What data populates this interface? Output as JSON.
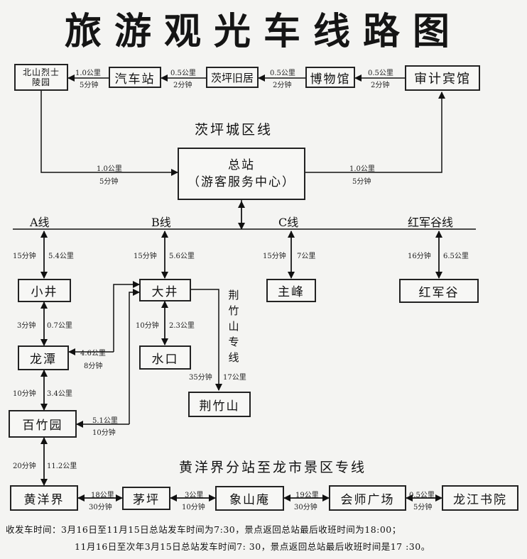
{
  "title": "旅游观光车线路图",
  "sections": {
    "city": "茨坪城区线",
    "huangyang": "黄洋界分站至龙市景区专线"
  },
  "lines": {
    "a": "A线",
    "b": "B线",
    "c": "C线",
    "hongjun": "红军谷线",
    "jingzhu": "荆竹山专线"
  },
  "stations": {
    "beishan": "北山烈士陵园",
    "qichezhan": "汽车站",
    "ciping_jiuju": "茨坪旧居",
    "bowuguan": "博物馆",
    "shenji": "审计宾馆",
    "zongzhan_1": "总站",
    "zongzhan_2": "（游客服务中心）",
    "xiaojing": "小井",
    "dajing": "大井",
    "zhufeng": "主峰",
    "hongjungu": "红军谷",
    "longtan": "龙潭",
    "shuikou": "水口",
    "jingzhushan": "荆竹山",
    "baizhuyuan": "百竹园",
    "huangyangjie": "黄洋界",
    "maoping": "茅坪",
    "xiangshanan": "象山庵",
    "huishi": "会师广场",
    "longjiang": "龙江书院"
  },
  "distances": {
    "qc_bs_d": "1.0公里",
    "qc_bs_t": "5分钟",
    "cp_qc_d": "0.5公里",
    "cp_qc_t": "2分钟",
    "bw_cp_d": "0.5公里",
    "bw_cp_t": "2分钟",
    "sj_bw_d": "0.5公里",
    "sj_bw_t": "2分钟",
    "bs_zz_d": "1.0公里",
    "bs_zz_t": "5分钟",
    "zz_sj_d": "1.0公里",
    "zz_sj_t": "5分钟",
    "a_t": "15分钟",
    "a_d": "5.4公里",
    "b_t": "15分钟",
    "b_d": "5.6公里",
    "c_t": "15分钟",
    "c_d": "7公里",
    "h_t": "16分钟",
    "h_d": "6.5公里",
    "xj_lt_t": "3分钟",
    "xj_lt_d": "0.7公里",
    "dj_sk_t": "10分钟",
    "dj_sk_d": "2.3公里",
    "lt_dj_d": "4.6公里",
    "lt_dj_t": "8分钟",
    "jz_t": "35分钟",
    "jz_d": "17公里",
    "lt_bz_t": "10分钟",
    "lt_bz_d": "3.4公里",
    "bz_dj_d": "5.1公里",
    "bz_dj_t": "10分钟",
    "bz_hy_t": "20分钟",
    "bz_hy_d": "11.2公里",
    "hy_mp_d": "18公里",
    "hy_mp_t": "30分钟",
    "mp_xs_d": "3公里",
    "mp_xs_t": "10分钟",
    "xs_hs_d": "19公里",
    "xs_hs_t": "30分钟",
    "hs_lj_d": "0.5公里",
    "hs_lj_t": "5分钟"
  },
  "footer": {
    "line1": "收发车时间：3月16日至11月15日总站发车时间为7:30，景点返回总站最后收班时间为18:00；",
    "line2": "11月16日至次年3月15日总站发车时间7: 30，景点返回总站最后收班时间是17 :30。"
  }
}
